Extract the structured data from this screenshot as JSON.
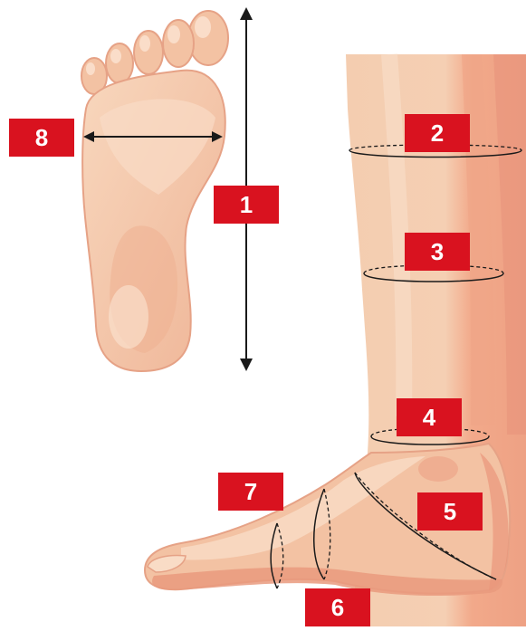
{
  "labels": {
    "l1": "1",
    "l2": "2",
    "l3": "3",
    "l4": "4",
    "l5": "5",
    "l6": "6",
    "l7": "7",
    "l8": "8"
  },
  "colors": {
    "label_bg": "#d9121f",
    "label_text": "#ffffff",
    "skin_light": "#f7d3b6",
    "skin_mid": "#f2b896",
    "skin_dark": "#e9957a",
    "line": "#1a1a1a"
  }
}
